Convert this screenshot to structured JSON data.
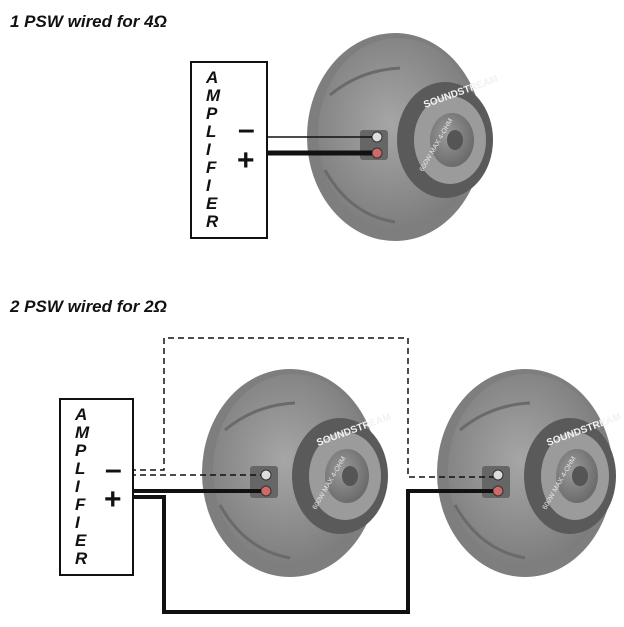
{
  "diagram1": {
    "title": "1 PSW wired for 4Ω",
    "amplifier_letters": [
      "A",
      "M",
      "P",
      "L",
      "I",
      "F",
      "I",
      "E",
      "R"
    ],
    "minus_label": "–",
    "plus_label": "+"
  },
  "diagram2": {
    "title": "2 PSW wired for 2Ω",
    "amplifier_letters": [
      "A",
      "M",
      "P",
      "L",
      "I",
      "F",
      "I",
      "E",
      "R"
    ],
    "minus_label": "–",
    "plus_label": "+"
  },
  "speaker": {
    "brand": "SOUNDSTREAM",
    "rating": "600W MAX 4-OHM"
  },
  "colors": {
    "wire": "#111111",
    "speaker_body": "#8c8c8c",
    "speaker_dark": "#5e5e5e",
    "speaker_light": "#b4b4b4",
    "terminal_red": "#c43a3a"
  }
}
